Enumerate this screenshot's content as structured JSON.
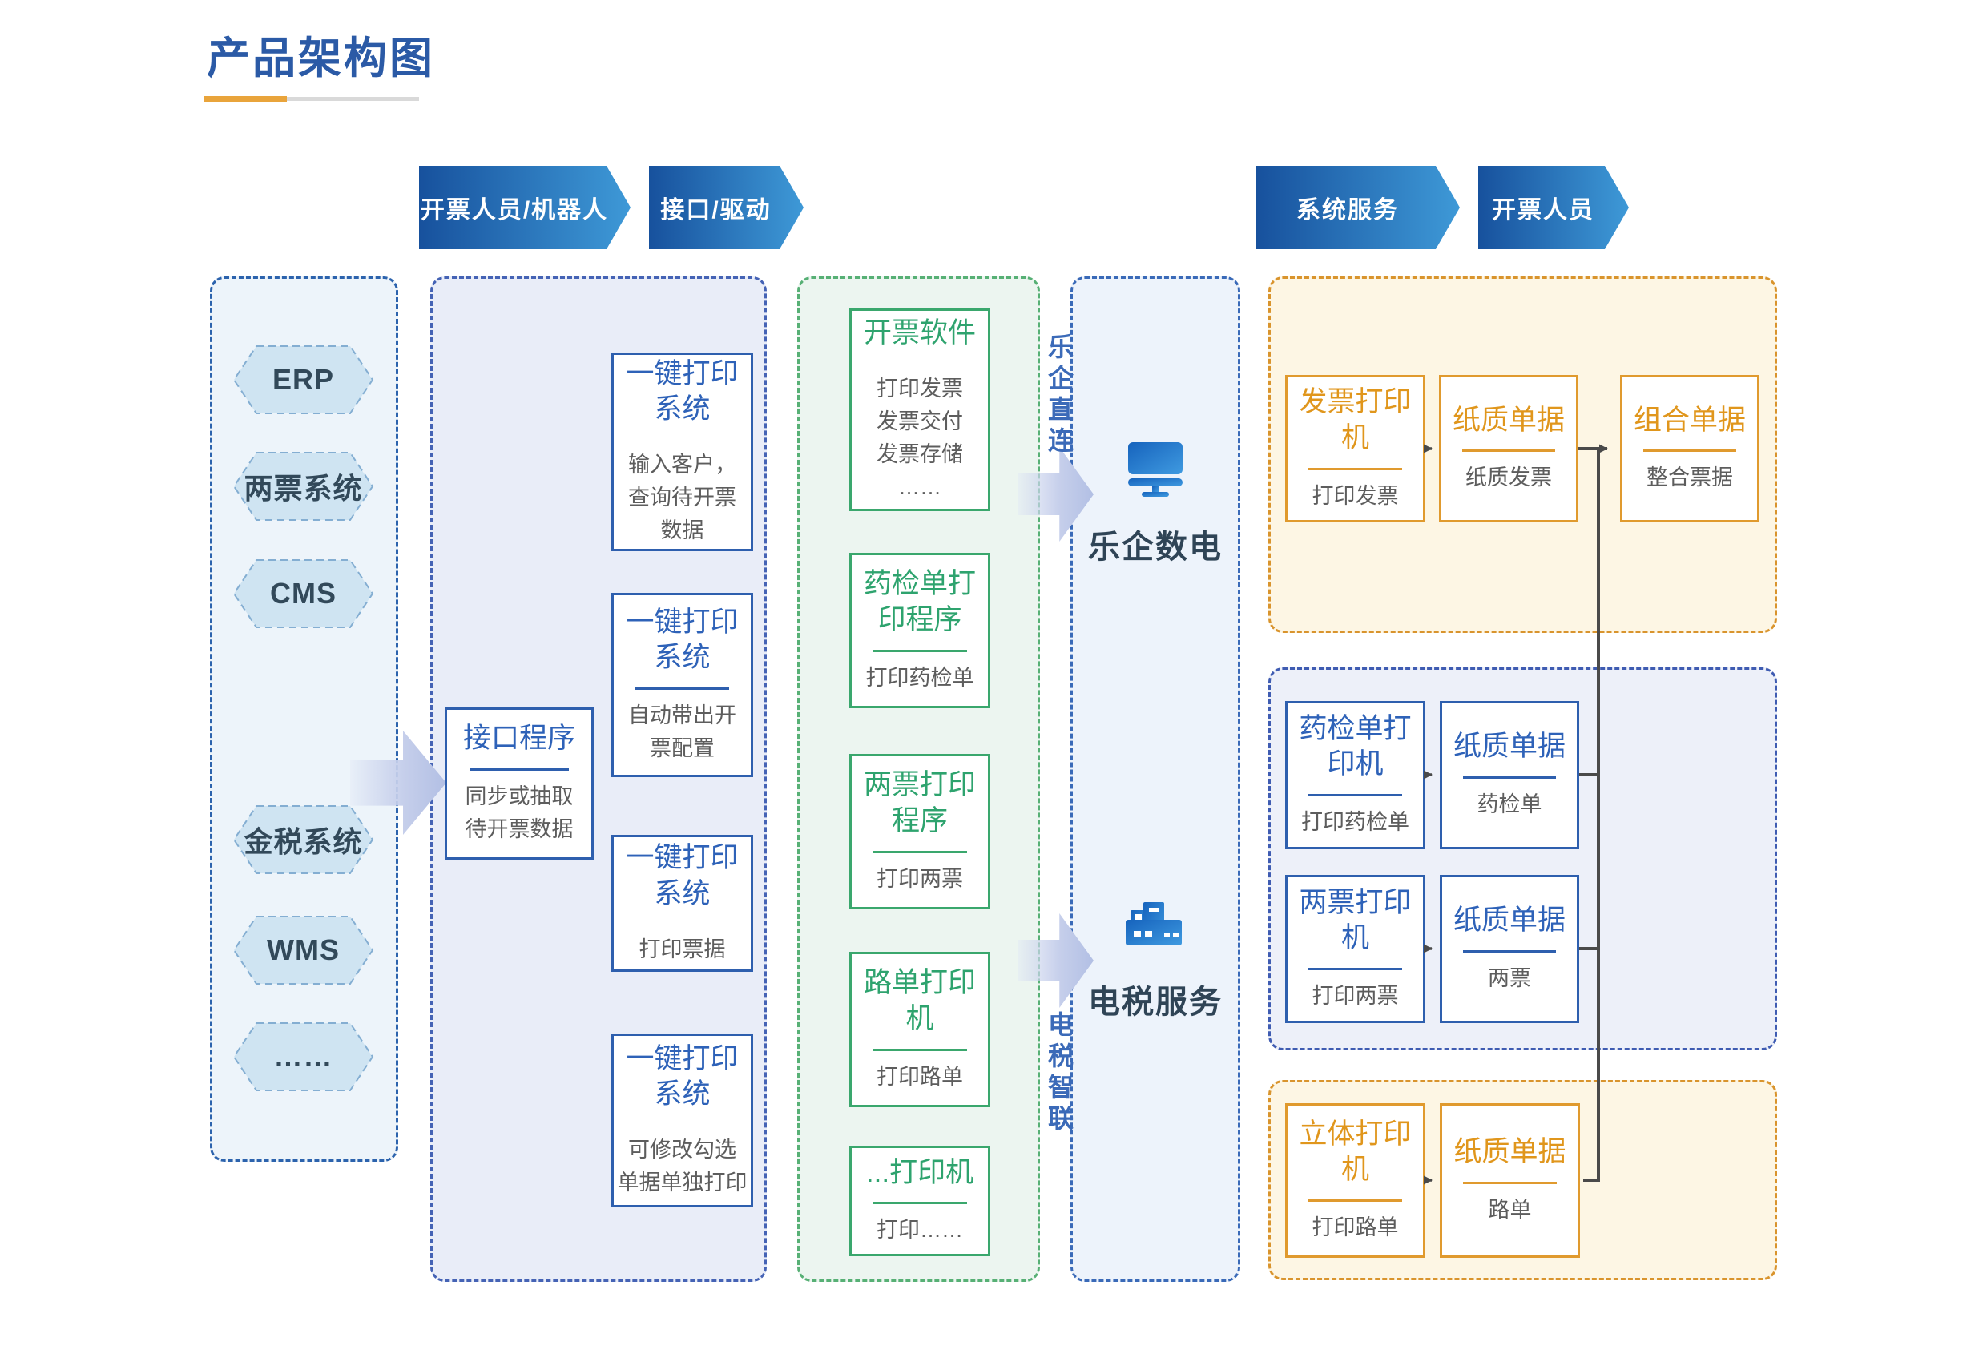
{
  "page_title": "产品架构图",
  "banners": [
    {
      "label": "开票人员/机器人"
    },
    {
      "label": "接口/驱动"
    },
    {
      "label": "系统服务"
    },
    {
      "label": "开票人员"
    }
  ],
  "source_systems": [
    "ERP",
    "两票系统",
    "CMS",
    "金税系统",
    "WMS",
    "……"
  ],
  "operator_panel": {
    "interface_program": {
      "title": "接口程序",
      "body": [
        "同步或抽取",
        "待开票数据"
      ]
    },
    "one_click_systems": [
      {
        "title": "一键打印系统",
        "body": [
          "输入客户，",
          "查询待开票",
          "数据"
        ]
      },
      {
        "title": "一键打印系统",
        "body": [
          "自动带出开",
          "票配置"
        ]
      },
      {
        "title": "一键打印系统",
        "body": [
          "打印票据"
        ]
      },
      {
        "title": "一键打印系统",
        "body": [
          "可修改勾选",
          "单据单独打印"
        ]
      }
    ]
  },
  "driver_panel": {
    "boxes": [
      {
        "title": "开票软件",
        "body": [
          "打印发票",
          "发票交付",
          "发票存储",
          "……"
        ]
      },
      {
        "title": "药检单打印程序",
        "body": [
          "打印药检单"
        ]
      },
      {
        "title": "两票打印程序",
        "body": [
          "打印两票"
        ]
      },
      {
        "title": "路单打印机",
        "body": [
          "打印路单"
        ]
      },
      {
        "title": "...打印机",
        "body": [
          "打印……"
        ]
      }
    ]
  },
  "service_panel": {
    "direct_link_label": "乐企直连",
    "smart_link_label": "电税智联",
    "services": [
      {
        "label": "乐企数电",
        "icon": "monitor-icon"
      },
      {
        "label": "电税服务",
        "icon": "building-icon"
      }
    ]
  },
  "output_sections": {
    "invoice_row": [
      {
        "title": "发票打印机",
        "body": "打印发票"
      },
      {
        "title": "纸质单据",
        "body": "纸质发票"
      },
      {
        "title": "组合单据",
        "body": "整合票据"
      }
    ],
    "system_rows": [
      [
        {
          "title": "药检单打印机",
          "body": "打印药检单"
        },
        {
          "title": "纸质单据",
          "body": "药检单"
        }
      ],
      [
        {
          "title": "两票打印机",
          "body": "打印两票"
        },
        {
          "title": "纸质单据",
          "body": "两票"
        }
      ]
    ],
    "waybill_row": [
      {
        "title": "立体打印机",
        "body": "打印路单"
      },
      {
        "title": "纸质单据",
        "body": "路单"
      }
    ]
  },
  "colors": {
    "title_blue": "#2b5aa6",
    "banner_gradient_from": "#17519d",
    "banner_gradient_to": "#3e99d7",
    "accent_blue": "#2e5fae",
    "accent_green": "#3aa76d",
    "accent_orange": "#e09a2e",
    "connector_gray": "#4a4a4a",
    "underline_orange": "#e9a43b"
  }
}
